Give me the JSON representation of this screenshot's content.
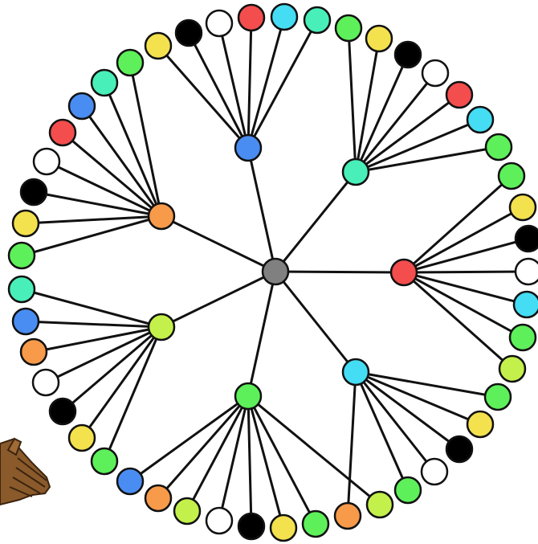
{
  "diagram": {
    "type": "radial-tree",
    "root": {
      "color": "#808080"
    },
    "palette": {
      "white": "#ffffff",
      "black": "#000000",
      "red": "#f44d4d",
      "cyan": "#44ddf4",
      "aqua": "#49efb8",
      "green": "#5ef05a",
      "yellow": "#f4e14e",
      "lime": "#c4f04b",
      "blue": "#4a8df2",
      "orange": "#f79a4a",
      "grey": "#808080"
    },
    "hubs": [
      {
        "name": "blue",
        "color": "#4a8df2",
        "leaves": [
          "yellow",
          "black",
          "white",
          "red",
          "cyan",
          "aqua"
        ]
      },
      {
        "name": "aqua",
        "color": "#49efb8",
        "leaves": [
          "green",
          "yellow",
          "black",
          "white",
          "red",
          "cyan",
          "green"
        ]
      },
      {
        "name": "red",
        "color": "#f44d4d",
        "leaves": [
          "green",
          "yellow",
          "black",
          "white",
          "cyan",
          "green",
          "lime"
        ]
      },
      {
        "name": "cyan",
        "color": "#44ddf4",
        "leaves": [
          "green",
          "yellow",
          "black",
          "white",
          "green",
          "orange"
        ]
      },
      {
        "name": "green",
        "color": "#5ef05a",
        "leaves": [
          "lime",
          "green",
          "yellow",
          "black",
          "white",
          "lime",
          "orange",
          "blue"
        ]
      },
      {
        "name": "lime",
        "color": "#c4f04b",
        "leaves": [
          "green",
          "yellow",
          "black",
          "white",
          "orange",
          "blue",
          "aqua"
        ]
      },
      {
        "name": "orange",
        "color": "#f79a4a",
        "leaves": [
          "green",
          "yellow",
          "black",
          "white",
          "red",
          "blue",
          "aqua",
          "green"
        ]
      }
    ],
    "decoration": {
      "hand": "pointing-hand-icon"
    }
  }
}
